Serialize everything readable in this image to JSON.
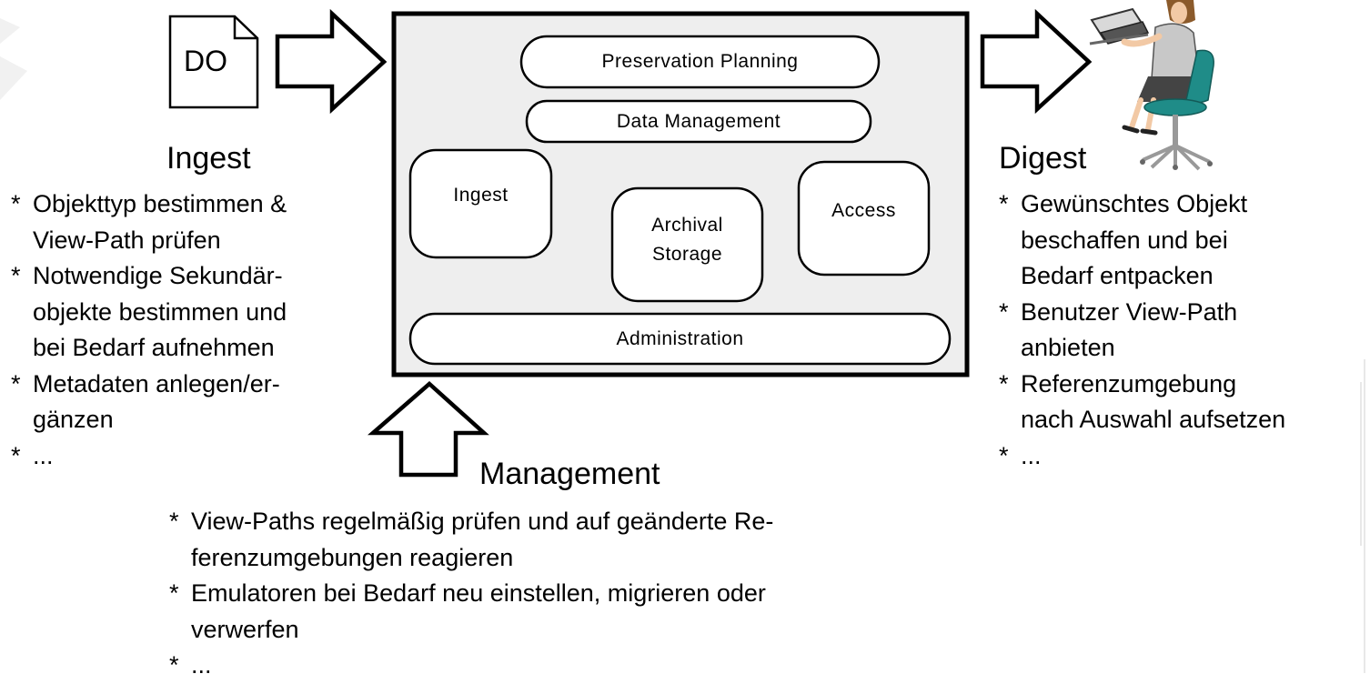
{
  "left_doc": {
    "label": "DO"
  },
  "oais": {
    "preservation_planning": "Preservation Planning",
    "data_management": "Data Management",
    "ingest": "Ingest",
    "archival_storage_1": "Archival",
    "archival_storage_2": "Storage",
    "access": "Access",
    "administration": "Administration"
  },
  "ingest_section": {
    "title": "Ingest",
    "items": [
      "Objekttyp bestimmen &",
      "View-Path prüfen",
      "Notwendige Sekundär-",
      "objekte bestimmen und",
      "bei Bedarf aufnehmen",
      "Metadaten anlegen/er-",
      "gänzen",
      "..."
    ]
  },
  "digest_section": {
    "title": "Digest",
    "items": [
      "Gewünschtes Objekt",
      "beschaffen und bei",
      "Bedarf entpacken",
      "Benutzer View-Path",
      "anbieten",
      "Referenzumgebung",
      "nach Auswahl aufsetzen",
      "..."
    ]
  },
  "management_section": {
    "title": "Management",
    "items": [
      "View-Paths regelmäßig prüfen und auf geänderte Re-",
      "ferenzumgebungen reagieren",
      "Emulatoren bei Bedarf neu einstellen, migrieren oder",
      "verwerfen",
      "..."
    ]
  },
  "bullet_symbol": "*",
  "colors": {
    "box_fill": "#eeeeee",
    "stroke": "#000000",
    "chair": "#1f8c88"
  }
}
